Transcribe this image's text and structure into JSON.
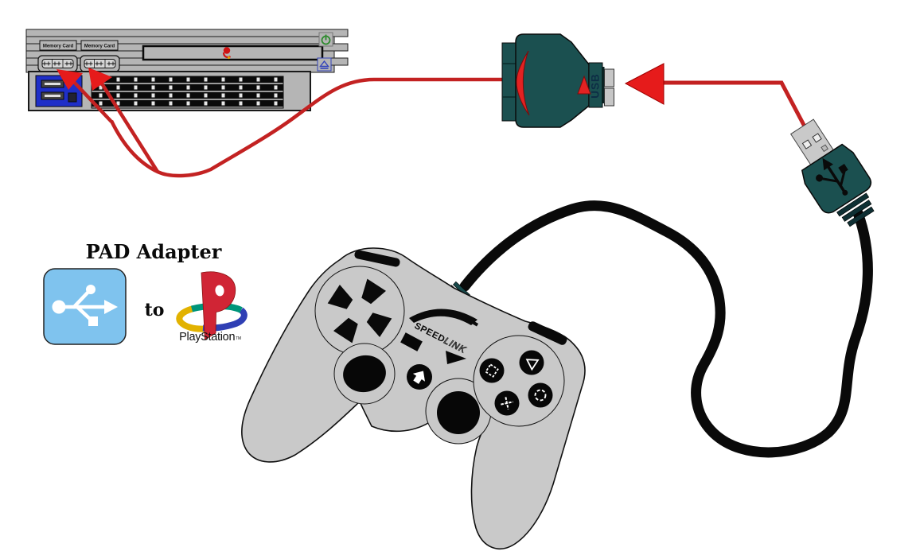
{
  "legend": {
    "title": "PAD Adapter",
    "connector_word": "to",
    "playstation_brand": "PlayStation",
    "playstation_tm": "TM"
  },
  "console": {
    "memory_card_1": "Memory Card",
    "memory_card_2": "Memory Card"
  },
  "adapter": {
    "usb_label": "USB"
  },
  "controller": {
    "brand_speed": "SPEED",
    "brand_link": "LINK"
  },
  "icons": {
    "power": "power-icon",
    "eject": "eject-icon",
    "usb_trident": "usb-trident-icon",
    "playstation_logo": "playstation-logo",
    "dpad": "dpad-icon",
    "button_square": "square-button-icon",
    "button_triangle": "triangle-button-icon",
    "button_cross": "cross-button-icon",
    "button_circle": "circle-button-icon"
  },
  "colors": {
    "console_gray": "#b5b5b5",
    "panel_blue": "#1f2fc8",
    "grille_black": "#0a0a0a",
    "cable_red": "#c32222",
    "arrow_red": "#e61b1b",
    "adapter_teal": "#1b5050",
    "metal_gray": "#c9c9c9",
    "usb_box_blue": "#7fc3ee",
    "controller_gray": "#c9c9c9",
    "cable_black": "#0a0a0a",
    "ps_red": "#d02535",
    "swoosh_yellow": "#e2b200",
    "swoosh_green": "#00957a",
    "swoosh_blue": "#2f3fb4"
  }
}
